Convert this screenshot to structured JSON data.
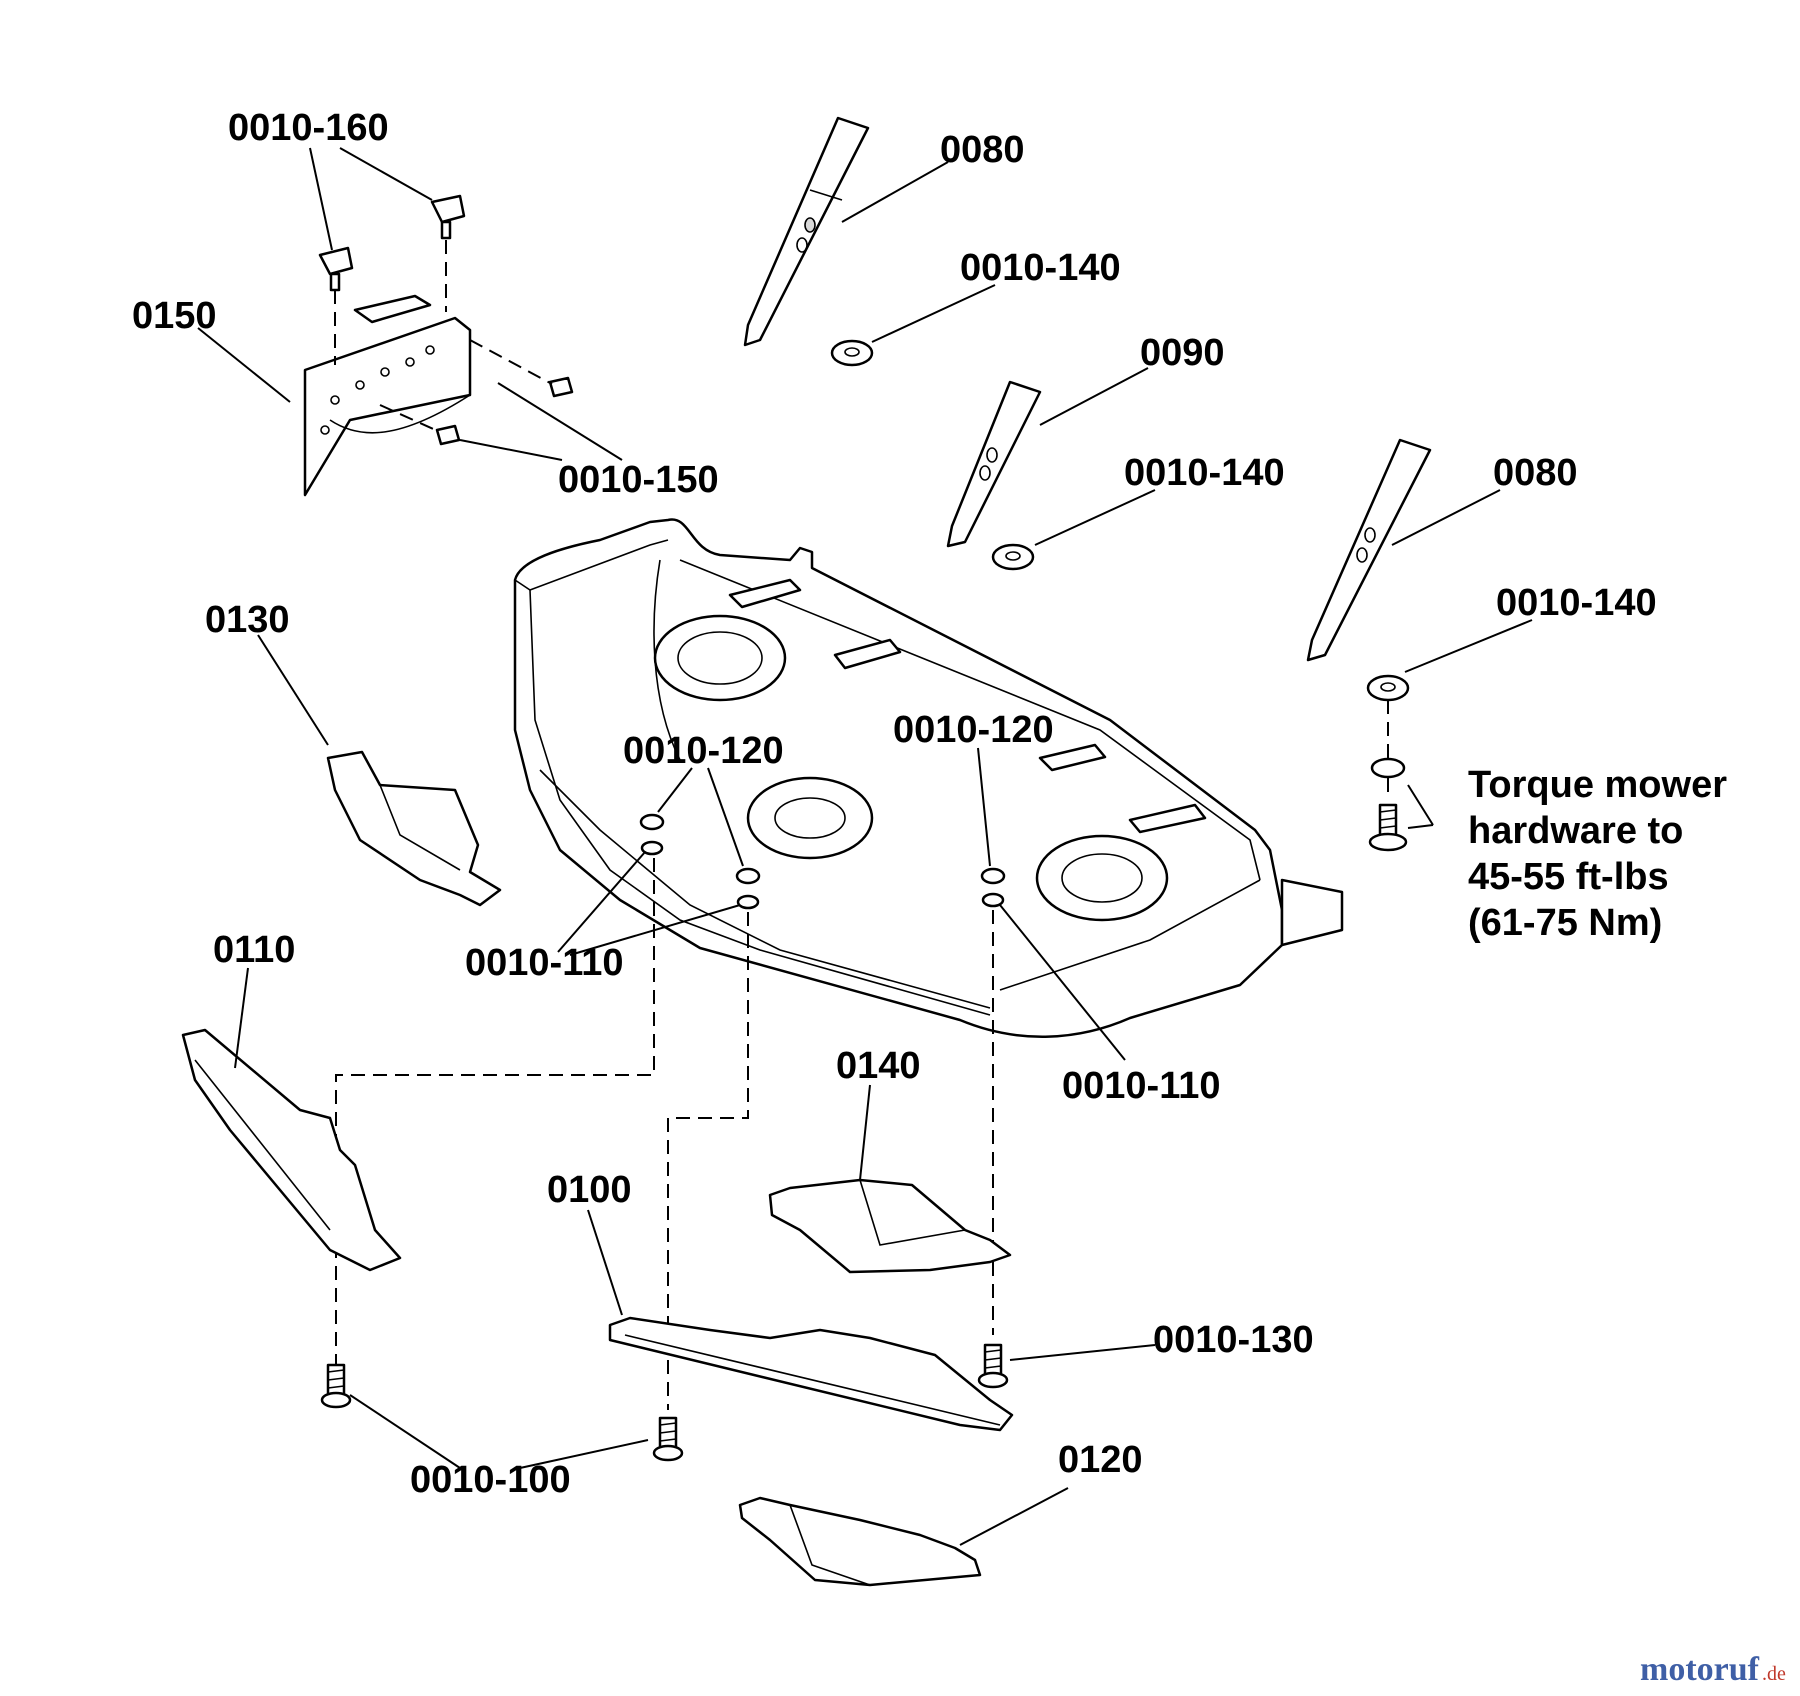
{
  "labels": {
    "p0010_160": "0010-160",
    "p0150": "0150",
    "p0010_150": "0010-150",
    "p0080_top": "0080",
    "p0010_140_a": "0010-140",
    "p0090": "0090",
    "p0010_140_b": "0010-140",
    "p0080_right": "0080",
    "p0010_140_c": "0010-140",
    "p0130": "0130",
    "p0010_120_left": "0010-120",
    "p0010_120_right": "0010-120",
    "p0010_110_left": "0010-110",
    "p0010_110_right": "0010-110",
    "p0110": "0110",
    "p0140": "0140",
    "p0100": "0100",
    "p0010_130": "0010-130",
    "p0010_100": "0010-100",
    "p0120": "0120"
  },
  "note": {
    "line1": "Torque mower",
    "line2": "hardware to",
    "line3": "45-55 ft-lbs",
    "line4": "(61-75 Nm)"
  },
  "watermark": {
    "brand": "motoruf",
    "suffix": ".de"
  }
}
